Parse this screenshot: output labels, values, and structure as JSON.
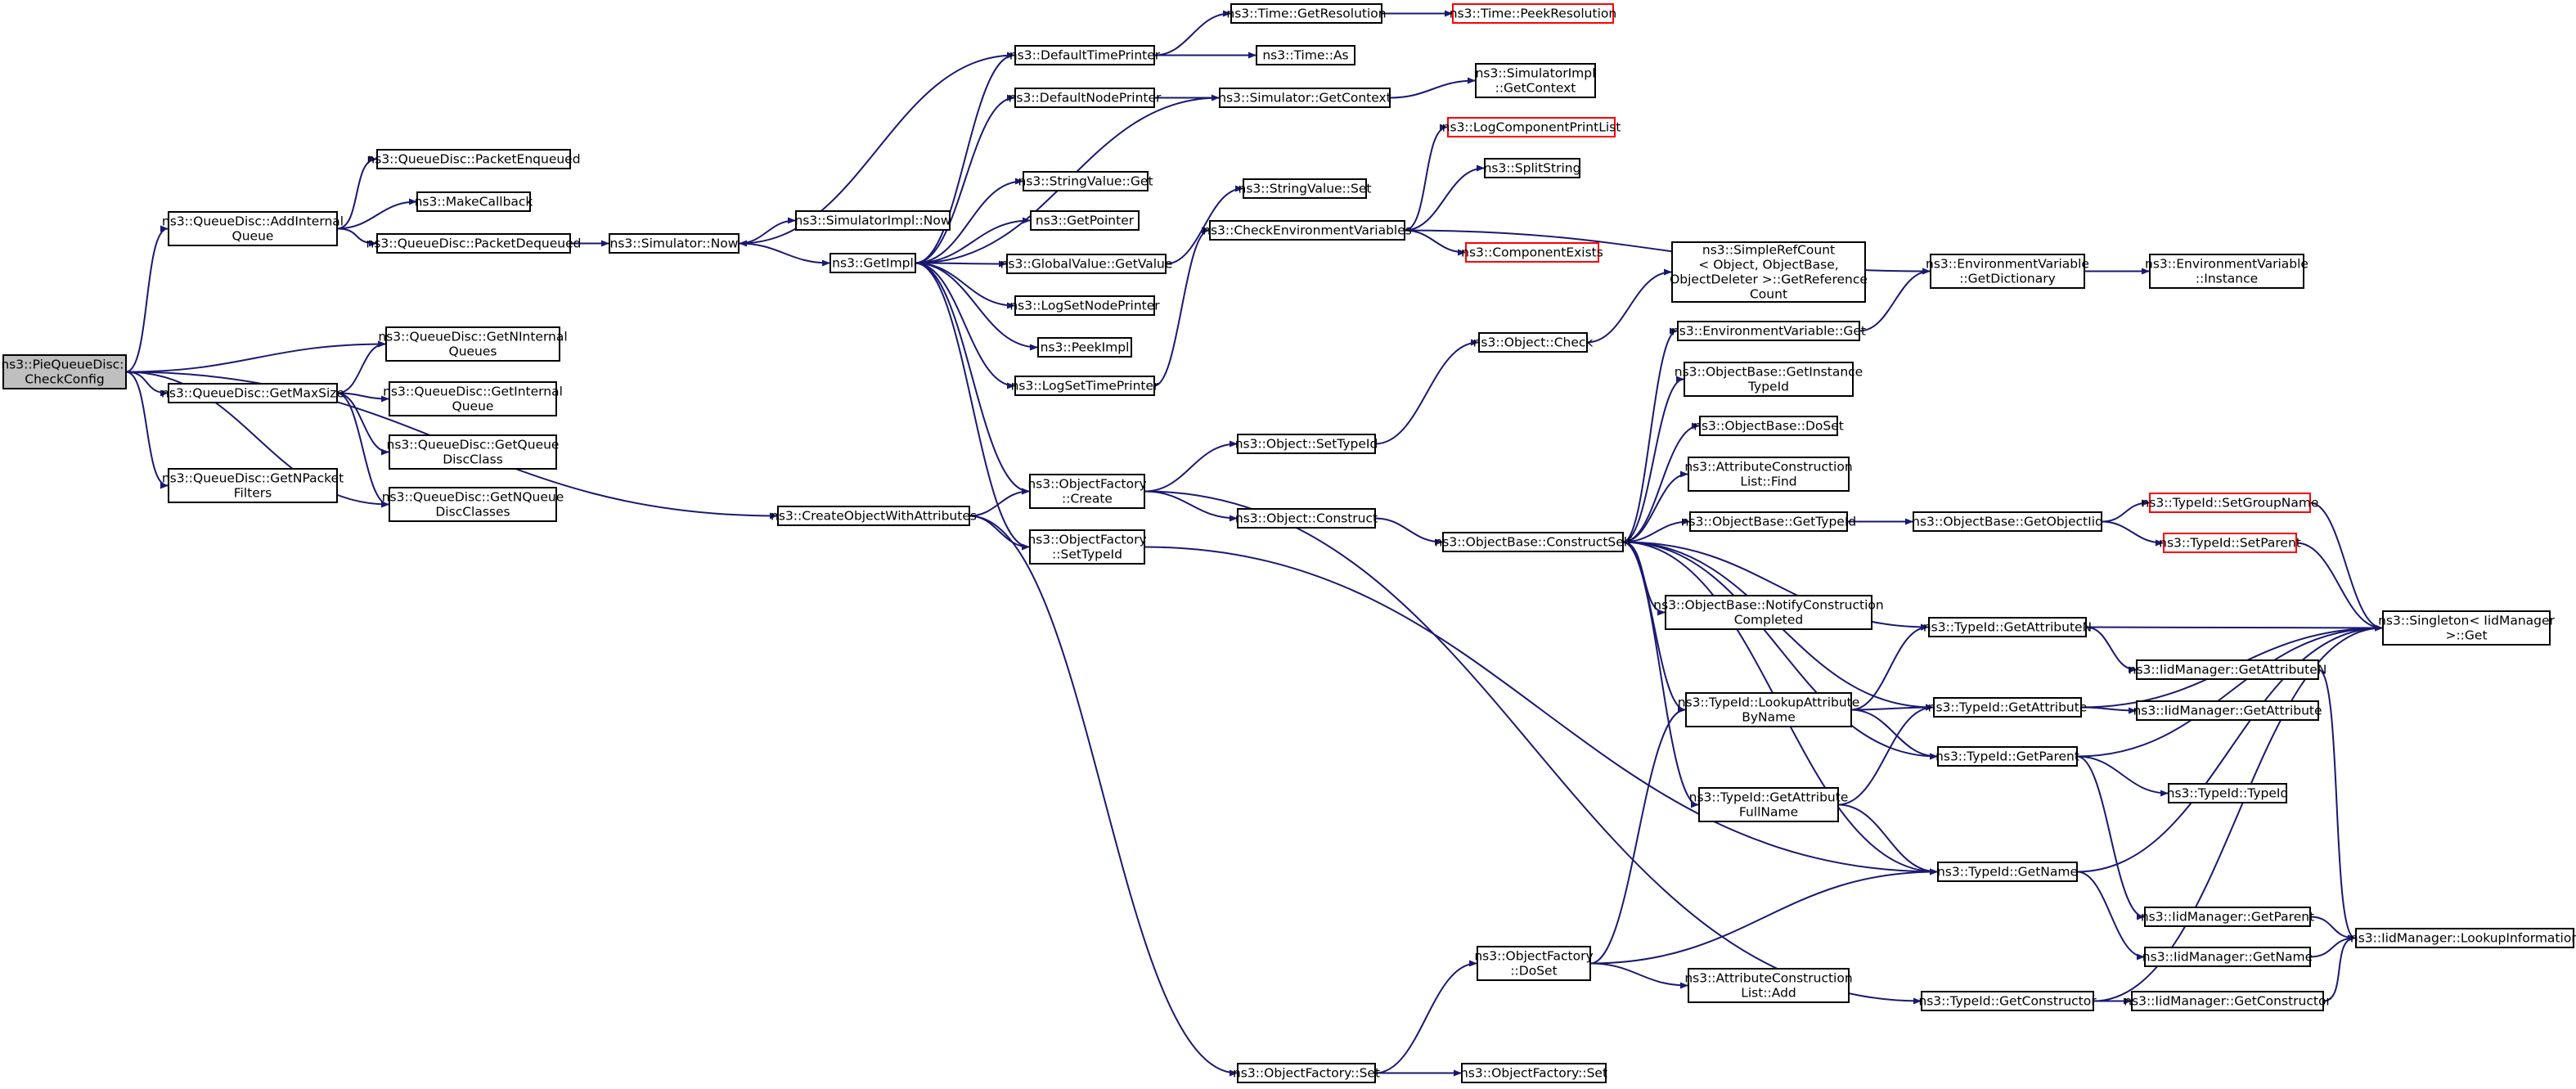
{
  "colors": {
    "edge": "#191970",
    "box_border": "#000000",
    "truncated_border": "#ff0000",
    "root_fill": "#bfbfbf",
    "box_fill": "#ffffff"
  },
  "nodes": [
    {
      "id": "pie_check",
      "lines": [
        "ns3::PieQueueDisc::",
        "CheckConfig"
      ],
      "root": true
    },
    {
      "id": "qd_addinternal",
      "lines": [
        "ns3::QueueDisc::AddInternal",
        "Queue"
      ]
    },
    {
      "id": "qd_getninternal",
      "lines": [
        "ns3::QueueDisc::GetNInternal",
        "Queues"
      ]
    },
    {
      "id": "qd_getmaxsize",
      "lines": [
        "ns3::QueueDisc::GetMaxSize"
      ]
    },
    {
      "id": "qd_getnpacket",
      "lines": [
        "ns3::QueueDisc::GetNPacket",
        "Filters"
      ]
    },
    {
      "id": "qd_packetenq",
      "lines": [
        "ns3::QueueDisc::PacketEnqueued"
      ]
    },
    {
      "id": "makecallback",
      "lines": [
        "ns3::MakeCallback"
      ]
    },
    {
      "id": "qd_packetdeq",
      "lines": [
        "ns3::QueueDisc::PacketDequeued"
      ]
    },
    {
      "id": "qd_getinternalq",
      "lines": [
        "ns3::QueueDisc::GetInternal",
        "Queue"
      ]
    },
    {
      "id": "qd_getqueuedisc",
      "lines": [
        "ns3::QueueDisc::GetQueue",
        "DiscClass"
      ]
    },
    {
      "id": "qd_getnqueuedisc",
      "lines": [
        "ns3::QueueDisc::GetNQueue",
        "DiscClasses"
      ]
    },
    {
      "id": "sim_now",
      "lines": [
        "ns3::Simulator::Now"
      ]
    },
    {
      "id": "createobj",
      "lines": [
        "ns3::CreateObjectWithAttributes"
      ]
    },
    {
      "id": "simimpl_now",
      "lines": [
        "ns3::SimulatorImpl::Now"
      ]
    },
    {
      "id": "getimpl",
      "lines": [
        "ns3::GetImpl"
      ]
    },
    {
      "id": "deftimeprinter",
      "lines": [
        "ns3::DefaultTimePrinter"
      ]
    },
    {
      "id": "defnodeprinter",
      "lines": [
        "ns3::DefaultNodePrinter"
      ]
    },
    {
      "id": "stringvalue_get",
      "lines": [
        "ns3::StringValue::Get"
      ]
    },
    {
      "id": "getpointer",
      "lines": [
        "ns3::GetPointer"
      ]
    },
    {
      "id": "globalvalue_get",
      "lines": [
        "ns3::GlobalValue::GetValue"
      ]
    },
    {
      "id": "logsetnodeprinter",
      "lines": [
        "ns3::LogSetNodePrinter"
      ]
    },
    {
      "id": "peekimpl",
      "lines": [
        "ns3::PeekImpl"
      ]
    },
    {
      "id": "logsettimeprinter",
      "lines": [
        "ns3::LogSetTimePrinter"
      ]
    },
    {
      "id": "objfactory_create",
      "lines": [
        "ns3::ObjectFactory",
        "::Create"
      ]
    },
    {
      "id": "objfactory_settypeid",
      "lines": [
        "ns3::ObjectFactory",
        "::SetTypeId"
      ]
    },
    {
      "id": "time_getres",
      "lines": [
        "ns3::Time::GetResolution"
      ]
    },
    {
      "id": "time_as",
      "lines": [
        "ns3::Time::As"
      ]
    },
    {
      "id": "sim_getcontext",
      "lines": [
        "ns3::Simulator::GetContext"
      ]
    },
    {
      "id": "stringvalue_set",
      "lines": [
        "ns3::StringValue::Set"
      ]
    },
    {
      "id": "checkenv",
      "lines": [
        "ns3::CheckEnvironmentVariables"
      ]
    },
    {
      "id": "object_settypeid",
      "lines": [
        "ns3::Object::SetTypeId"
      ]
    },
    {
      "id": "object_construct",
      "lines": [
        "ns3::Object::Construct"
      ]
    },
    {
      "id": "objfactory_set",
      "lines": [
        "ns3::ObjectFactory::Set"
      ]
    },
    {
      "id": "time_peekres",
      "lines": [
        "ns3::Time::PeekResolution"
      ],
      "truncated": true
    },
    {
      "id": "simimpl_getcontext",
      "lines": [
        "ns3::SimulatorImpl",
        "::GetContext"
      ]
    },
    {
      "id": "logcomplist",
      "lines": [
        "ns3::LogComponentPrintList"
      ],
      "truncated": true
    },
    {
      "id": "splitstring",
      "lines": [
        "ns3::SplitString"
      ]
    },
    {
      "id": "compexists",
      "lines": [
        "ns3::ComponentExists"
      ],
      "truncated": true
    },
    {
      "id": "object_check",
      "lines": [
        "ns3::Object::Check"
      ]
    },
    {
      "id": "objbase_constructself",
      "lines": [
        "ns3::ObjectBase::ConstructSelf"
      ]
    },
    {
      "id": "objfactory_doset",
      "lines": [
        "ns3::ObjectFactory",
        "::DoSet"
      ]
    },
    {
      "id": "objfactory_set2",
      "lines": [
        "ns3::ObjectFactory::Set"
      ]
    },
    {
      "id": "simplerefcount",
      "lines": [
        "ns3::SimpleRefCount",
        "< Object, ObjectBase,",
        "ObjectDeleter >::GetReference",
        "Count"
      ]
    },
    {
      "id": "envvar_get",
      "lines": [
        "ns3::EnvironmentVariable::Get"
      ]
    },
    {
      "id": "objbase_getinstancetypeid",
      "lines": [
        "ns3::ObjectBase::GetInstance",
        "TypeId"
      ]
    },
    {
      "id": "objbase_doset",
      "lines": [
        "ns3::ObjectBase::DoSet"
      ]
    },
    {
      "id": "attrconst_find",
      "lines": [
        "ns3::AttributeConstruction",
        "List::Find"
      ]
    },
    {
      "id": "objbase_gettypeid",
      "lines": [
        "ns3::ObjectBase::GetTypeId"
      ]
    },
    {
      "id": "objbase_notify",
      "lines": [
        "ns3::ObjectBase::NotifyConstruction",
        "Completed"
      ]
    },
    {
      "id": "typeid_lookupattr",
      "lines": [
        "ns3::TypeId::LookupAttribute",
        "ByName"
      ]
    },
    {
      "id": "typeid_getattrfull",
      "lines": [
        "ns3::TypeId::GetAttribute",
        "FullName"
      ]
    },
    {
      "id": "attrconst_add",
      "lines": [
        "ns3::AttributeConstruction",
        "List::Add"
      ]
    },
    {
      "id": "envvar_getdict",
      "lines": [
        "ns3::EnvironmentVariable",
        "::GetDictionary"
      ]
    },
    {
      "id": "objbase_getobjectiid",
      "lines": [
        "ns3::ObjectBase::GetObjectIid"
      ]
    },
    {
      "id": "typeid_getattrn",
      "lines": [
        "ns3::TypeId::GetAttributeN"
      ]
    },
    {
      "id": "typeid_getattr",
      "lines": [
        "ns3::TypeId::GetAttribute"
      ]
    },
    {
      "id": "typeid_getparent",
      "lines": [
        "ns3::TypeId::GetParent"
      ]
    },
    {
      "id": "typeid_getname",
      "lines": [
        "ns3::TypeId::GetName"
      ]
    },
    {
      "id": "typeid_getconstructor",
      "lines": [
        "ns3::TypeId::GetConstructor"
      ]
    },
    {
      "id": "envvar_instance",
      "lines": [
        "ns3::EnvironmentVariable",
        "::Instance"
      ]
    },
    {
      "id": "typeid_setgroupname",
      "lines": [
        "ns3::TypeId::SetGroupName"
      ],
      "truncated": true
    },
    {
      "id": "typeid_setparent",
      "lines": [
        "ns3::TypeId::SetParent"
      ],
      "truncated": true
    },
    {
      "id": "iid_getattrn",
      "lines": [
        "ns3::IidManager::GetAttributeN"
      ]
    },
    {
      "id": "iid_getattr",
      "lines": [
        "ns3::IidManager::GetAttribute"
      ]
    },
    {
      "id": "typeid_typeid",
      "lines": [
        "ns3::TypeId::TypeId"
      ]
    },
    {
      "id": "iid_getparent",
      "lines": [
        "ns3::IidManager::GetParent"
      ]
    },
    {
      "id": "iid_getname",
      "lines": [
        "ns3::IidManager::GetName"
      ]
    },
    {
      "id": "iid_getconstructor",
      "lines": [
        "ns3::IidManager::GetConstructor"
      ]
    },
    {
      "id": "singleton_get",
      "lines": [
        "ns3::Singleton< IidManager",
        ">::Get"
      ]
    },
    {
      "id": "iid_lookupinfo",
      "lines": [
        "ns3::IidManager::LookupInformation"
      ]
    }
  ],
  "edges": [
    [
      "pie_check",
      "qd_addinternal"
    ],
    [
      "pie_check",
      "qd_getninternal"
    ],
    [
      "pie_check",
      "qd_getmaxsize"
    ],
    [
      "pie_check",
      "qd_getnpacket"
    ],
    [
      "pie_check",
      "qd_getnqueuedisc"
    ],
    [
      "pie_check",
      "createobj"
    ],
    [
      "qd_addinternal",
      "qd_packetenq"
    ],
    [
      "qd_addinternal",
      "makecallback"
    ],
    [
      "qd_addinternal",
      "qd_packetdeq"
    ],
    [
      "qd_packetdeq",
      "sim_now"
    ],
    [
      "qd_getmaxsize",
      "qd_getninternal"
    ],
    [
      "qd_getmaxsize",
      "qd_getinternalq"
    ],
    [
      "qd_getmaxsize",
      "qd_getqueuedisc"
    ],
    [
      "qd_getmaxsize",
      "qd_getnqueuedisc"
    ],
    [
      "sim_now",
      "simimpl_now"
    ],
    [
      "sim_now",
      "getimpl"
    ],
    [
      "deftimeprinter",
      "sim_now"
    ],
    [
      "deftimeprinter",
      "time_getres"
    ],
    [
      "deftimeprinter",
      "time_as"
    ],
    [
      "time_getres",
      "time_peekres"
    ],
    [
      "defnodeprinter",
      "sim_getcontext"
    ],
    [
      "sim_getcontext",
      "getimpl"
    ],
    [
      "sim_getcontext",
      "simimpl_getcontext"
    ],
    [
      "getimpl",
      "deftimeprinter"
    ],
    [
      "getimpl",
      "defnodeprinter"
    ],
    [
      "getimpl",
      "stringvalue_get"
    ],
    [
      "getimpl",
      "getpointer"
    ],
    [
      "getimpl",
      "globalvalue_get"
    ],
    [
      "getimpl",
      "logsetnodeprinter"
    ],
    [
      "getimpl",
      "peekimpl"
    ],
    [
      "getimpl",
      "logsettimeprinter"
    ],
    [
      "getimpl",
      "objfactory_create"
    ],
    [
      "getimpl",
      "objfactory_settypeid"
    ],
    [
      "globalvalue_get",
      "stringvalue_set"
    ],
    [
      "logsettimeprinter",
      "checkenv"
    ],
    [
      "checkenv",
      "logcomplist"
    ],
    [
      "checkenv",
      "splitstring"
    ],
    [
      "checkenv",
      "compexists"
    ],
    [
      "checkenv",
      "envvar_getdict"
    ],
    [
      "createobj",
      "objfactory_create"
    ],
    [
      "createobj",
      "objfactory_settypeid"
    ],
    [
      "createobj",
      "objfactory_set"
    ],
    [
      "objfactory_create",
      "object_settypeid"
    ],
    [
      "objfactory_create",
      "object_construct"
    ],
    [
      "objfactory_create",
      "typeid_getconstructor"
    ],
    [
      "objfactory_settypeid",
      "typeid_getname"
    ],
    [
      "object_settypeid",
      "object_check"
    ],
    [
      "object_check",
      "simplerefcount"
    ],
    [
      "object_construct",
      "objbase_constructself"
    ],
    [
      "objfactory_set",
      "objfactory_doset"
    ],
    [
      "objfactory_set",
      "objfactory_set2"
    ],
    [
      "objfactory_doset",
      "typeid_lookupattr"
    ],
    [
      "objfactory_doset",
      "typeid_getname"
    ],
    [
      "objfactory_doset",
      "attrconst_add"
    ],
    [
      "objbase_constructself",
      "envvar_get"
    ],
    [
      "objbase_constructself",
      "objbase_getinstancetypeid"
    ],
    [
      "objbase_constructself",
      "objbase_doset"
    ],
    [
      "objbase_constructself",
      "attrconst_find"
    ],
    [
      "objbase_constructself",
      "objbase_gettypeid"
    ],
    [
      "objbase_constructself",
      "objbase_notify"
    ],
    [
      "objbase_constructself",
      "typeid_getattrn"
    ],
    [
      "objbase_constructself",
      "typeid_getattr"
    ],
    [
      "objbase_constructself",
      "typeid_getparent"
    ],
    [
      "objbase_constructself",
      "typeid_getname"
    ],
    [
      "objbase_constructself",
      "typeid_lookupattr"
    ],
    [
      "objbase_constructself",
      "typeid_getattrfull"
    ],
    [
      "envvar_get",
      "envvar_getdict"
    ],
    [
      "envvar_getdict",
      "envvar_instance"
    ],
    [
      "objbase_gettypeid",
      "objbase_getobjectiid"
    ],
    [
      "objbase_getobjectiid",
      "typeid_setgroupname"
    ],
    [
      "objbase_getobjectiid",
      "typeid_setparent"
    ],
    [
      "typeid_setgroupname",
      "singleton_get"
    ],
    [
      "typeid_setparent",
      "singleton_get"
    ],
    [
      "typeid_lookupattr",
      "typeid_getattrn"
    ],
    [
      "typeid_lookupattr",
      "typeid_getattr"
    ],
    [
      "typeid_lookupattr",
      "typeid_getparent"
    ],
    [
      "typeid_getattrfull",
      "typeid_getattr"
    ],
    [
      "typeid_getattrfull",
      "typeid_getname"
    ],
    [
      "typeid_getattrn",
      "singleton_get"
    ],
    [
      "typeid_getattrn",
      "iid_getattrn"
    ],
    [
      "typeid_getattr",
      "singleton_get"
    ],
    [
      "typeid_getattr",
      "iid_getattr"
    ],
    [
      "typeid_getparent",
      "singleton_get"
    ],
    [
      "typeid_getparent",
      "typeid_typeid"
    ],
    [
      "typeid_getparent",
      "iid_getparent"
    ],
    [
      "typeid_getname",
      "singleton_get"
    ],
    [
      "typeid_getname",
      "iid_getname"
    ],
    [
      "typeid_getconstructor",
      "singleton_get"
    ],
    [
      "typeid_getconstructor",
      "iid_getconstructor"
    ],
    [
      "iid_getattrn",
      "iid_lookupinfo"
    ],
    [
      "iid_getparent",
      "iid_lookupinfo"
    ],
    [
      "iid_getname",
      "iid_lookupinfo"
    ],
    [
      "iid_getconstructor",
      "iid_lookupinfo"
    ]
  ]
}
